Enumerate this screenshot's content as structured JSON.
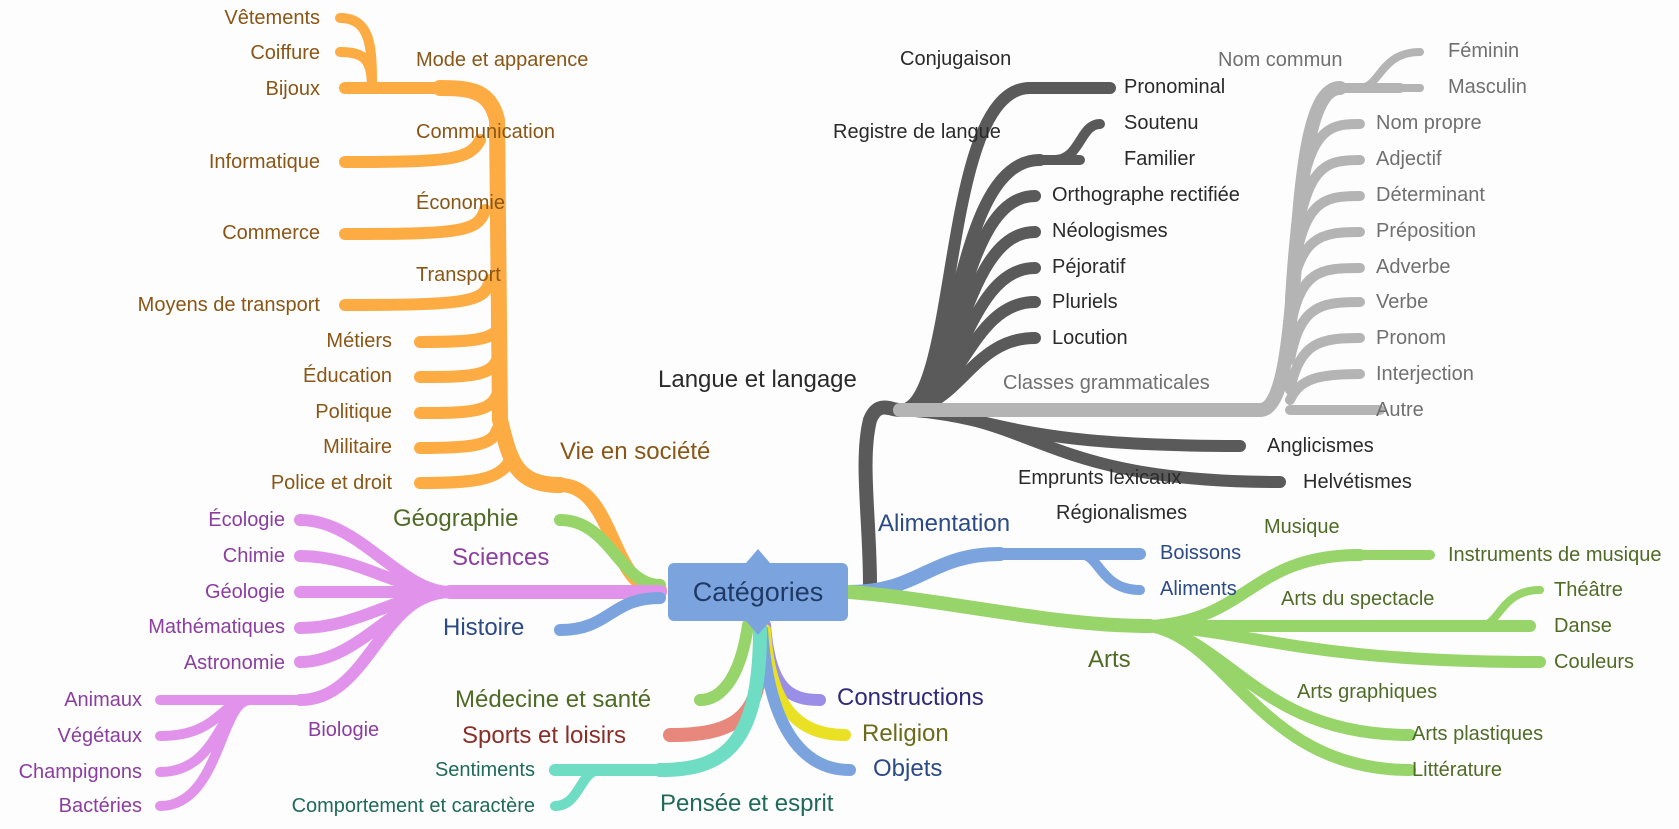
{
  "root": {
    "label": "Catégories",
    "color": "#7ba4de"
  },
  "colors": {
    "orange": "#fea83a",
    "orange_text": "#8a5616",
    "gray": "#5a5a5a",
    "gray_text": "#2a2a2a",
    "lightgray": "#b4b4b4",
    "lightgray_text": "#707070",
    "green": "#97d46a",
    "green_text": "#4f6b26",
    "purple": "#e193eb",
    "purple_text": "#8b3ea0",
    "blue": "#7ba4de",
    "blue_text": "#2b4a86",
    "red": "#e8887c",
    "red_text": "#8a2e28",
    "teal": "#6fdcc4",
    "teal_text": "#1f6a58",
    "yellow": "#eae024",
    "yellow_text": "#6d6a1a",
    "violet": "#9a8fe6",
    "violet_text": "#2e2a7a"
  },
  "orange": {
    "vie_en_societe": "Vie en société",
    "mode": "Mode et apparence",
    "vetements": "Vêtements",
    "coiffure": "Coiffure",
    "bijoux": "Bijoux",
    "communication": "Communication",
    "informatique": "Informatique",
    "economie": "Économie",
    "commerce": "Commerce",
    "transport": "Transport",
    "moyens": "Moyens de transport",
    "metiers": "Métiers",
    "education": "Éducation",
    "politique": "Politique",
    "militaire": "Militaire",
    "police": "Police et droit"
  },
  "gray": {
    "langue": "Langue et langage",
    "conjugaison": "Conjugaison",
    "pronominal": "Pronominal",
    "registre": "Registre de langue",
    "soutenu": "Soutenu",
    "familier": "Familier",
    "ortho": "Orthographe rectifiée",
    "neolog": "Néologismes",
    "pejoratif": "Péjoratif",
    "pluriels": "Pluriels",
    "locution": "Locution",
    "classes": "Classes grammaticales",
    "nom_commun": "Nom commun",
    "feminin": "Féminin",
    "masculin": "Masculin",
    "classes_items": [
      "Nom propre",
      "Adjectif",
      "Déterminant",
      "Préposition",
      "Adverbe",
      "Verbe",
      "Pronom",
      "Interjection",
      "Autre"
    ],
    "emprunts": "Emprunts lexicaux",
    "anglicismes": "Anglicismes",
    "helvetismes": "Helvétismes",
    "regionalismes": "Régionalismes"
  },
  "blue_right": {
    "alimentation": "Alimentation",
    "boissons": "Boissons",
    "aliments": "Aliments"
  },
  "green_right": {
    "arts": "Arts",
    "musique": "Musique",
    "instruments": "Instruments de musique",
    "spectacle": "Arts du spectacle",
    "theatre": "Théâtre",
    "danse": "Danse",
    "couleurs": "Couleurs",
    "graphiques": "Arts graphiques",
    "plastiques": "Arts plastiques",
    "litterature": "Littérature"
  },
  "left": {
    "geographie": "Géographie",
    "sciences": "Sciences",
    "histoire": "Histoire",
    "science_items": [
      "Écologie",
      "Chimie",
      "Géologie",
      "Mathématiques",
      "Astronomie"
    ],
    "biologie": "Biologie",
    "biologie_items": [
      "Animaux",
      "Végétaux",
      "Champignons",
      "Bactéries"
    ]
  },
  "bottom": {
    "medecine": "Médecine et santé",
    "sports": "Sports et loisirs",
    "constructions": "Constructions",
    "religion": "Religion",
    "objets": "Objets",
    "pensee": "Pensée et esprit",
    "sentiments": "Sentiments",
    "comportement": "Comportement et caractère"
  }
}
